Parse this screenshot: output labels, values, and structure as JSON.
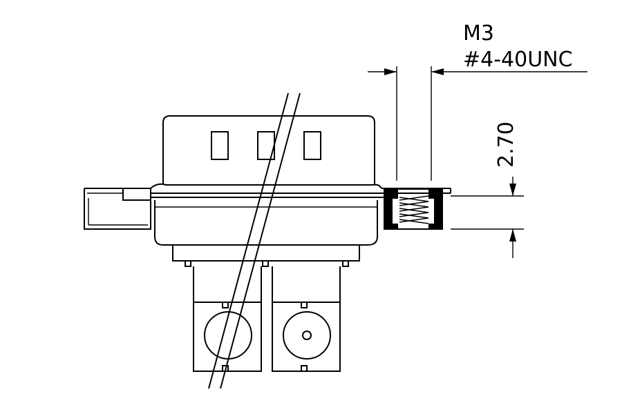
{
  "annotations": {
    "thread_metric": "M3",
    "thread_unc": "#4-40UNC",
    "dimension": "2.70"
  },
  "colors": {
    "line": "#000000",
    "background": "#ffffff"
  }
}
